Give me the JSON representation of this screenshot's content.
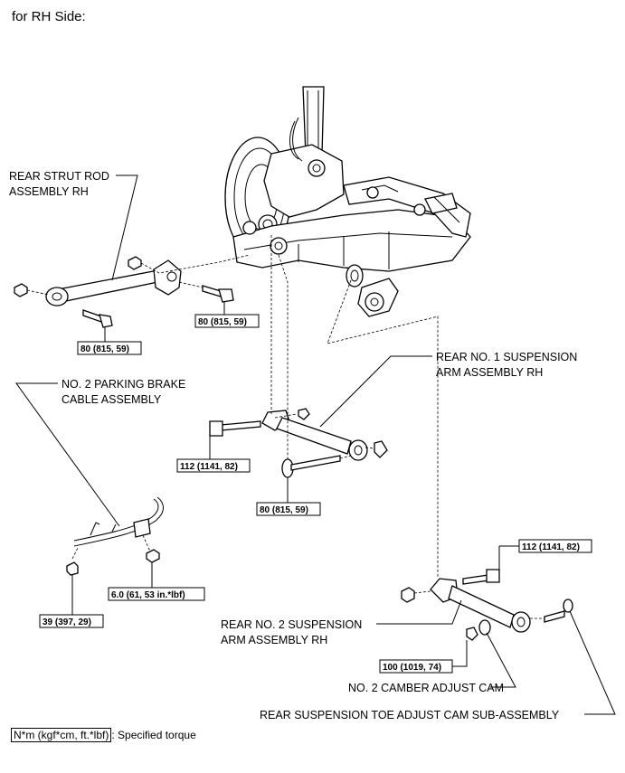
{
  "header": {
    "title": "for RH Side:"
  },
  "labels": {
    "strut_rod_1": "REAR STRUT ROD",
    "strut_rod_2": "ASSEMBLY RH",
    "brake_cable_1": "NO. 2 PARKING BRAKE",
    "brake_cable_2": "CABLE ASSEMBLY",
    "arm1_1": "REAR NO. 1 SUSPENSION",
    "arm1_2": "ARM ASSEMBLY RH",
    "arm2_1": "REAR NO. 2 SUSPENSION",
    "arm2_2": "ARM ASSEMBLY RH",
    "camber_cam": "NO. 2 CAMBER ADJUST CAM",
    "toe_cam": "REAR SUSPENSION TOE ADJUST CAM SUB-ASSEMBLY"
  },
  "torques": {
    "strut_rear": "80 (815, 59)",
    "strut_front": "80 (815, 59)",
    "arm1_front": "112 (1141, 82)",
    "arm1_rear": "80 (815, 59)",
    "cable_nut": "6.0 (61, 53 in.*lbf)",
    "cable_bolt": "39 (397, 29)",
    "arm2_bolt": "112 (1141, 82)",
    "arm2_nut": "100 (1019, 74)"
  },
  "legend": {
    "unit": "N*m (kgf*cm, ft.*lbf)",
    "text": ": Specified torque"
  }
}
